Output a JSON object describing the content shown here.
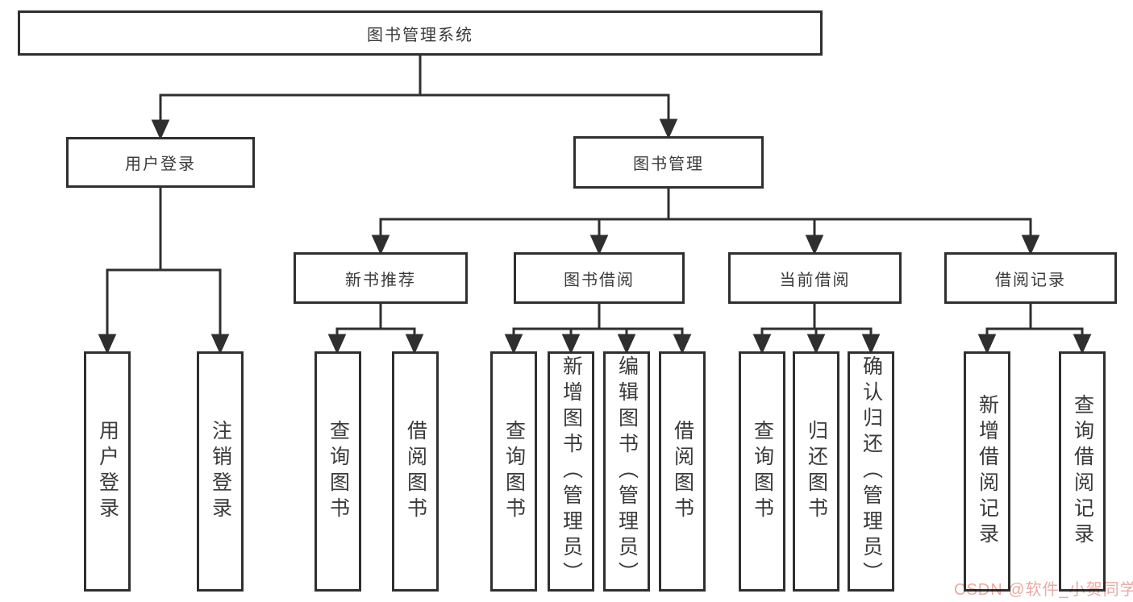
{
  "diagram": {
    "root": {
      "label": "图书管理系统"
    },
    "level2": [
      {
        "label": "用户登录"
      },
      {
        "label": "图书管理"
      }
    ],
    "level3": [
      {
        "label": "新书推荐"
      },
      {
        "label": "图书借阅"
      },
      {
        "label": "当前借阅"
      },
      {
        "label": "借阅记录"
      }
    ],
    "leafGroups": [
      {
        "parent": "用户登录",
        "items": [
          {
            "label": "用户登录"
          },
          {
            "label": "注销登录"
          }
        ]
      },
      {
        "parent": "新书推荐",
        "items": [
          {
            "label": "查询图书"
          },
          {
            "label": "借阅图书"
          }
        ]
      },
      {
        "parent": "图书借阅",
        "items": [
          {
            "label": "查询图书"
          },
          {
            "label": "新增图书（管理员）"
          },
          {
            "label": "编辑图书（管理员）"
          },
          {
            "label": "借阅图书"
          }
        ]
      },
      {
        "parent": "当前借阅",
        "items": [
          {
            "label": "查询图书"
          },
          {
            "label": "归还图书"
          },
          {
            "label": "确认归还（管理员）"
          }
        ]
      },
      {
        "parent": "借阅记录",
        "items": [
          {
            "label": "新增借阅记录"
          },
          {
            "label": "查询借阅记录"
          }
        ]
      }
    ]
  },
  "watermark": {
    "text": "CSDN @软件_小贺同学"
  },
  "colors": {
    "line": "#2f2f2f",
    "text": "#3a3a3a",
    "background": "#ffffff",
    "watermark": "#eba9a2"
  }
}
